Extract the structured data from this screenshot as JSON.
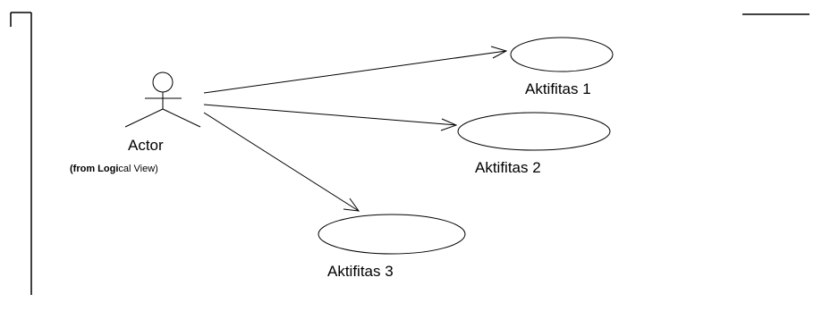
{
  "diagram": {
    "type": "use-case",
    "actor": {
      "name": "Actor",
      "package_prefix": "(from Logi",
      "package_suffix": "cal View)"
    },
    "use_cases": [
      {
        "id": "uc1",
        "label": "Aktifitas 1"
      },
      {
        "id": "uc2",
        "label": "Aktifitas 2"
      },
      {
        "id": "uc3",
        "label": "Aktifitas 3"
      }
    ],
    "associations": [
      {
        "from": "actor",
        "to": "uc1"
      },
      {
        "from": "actor",
        "to": "uc2"
      },
      {
        "from": "actor",
        "to": "uc3"
      }
    ]
  }
}
